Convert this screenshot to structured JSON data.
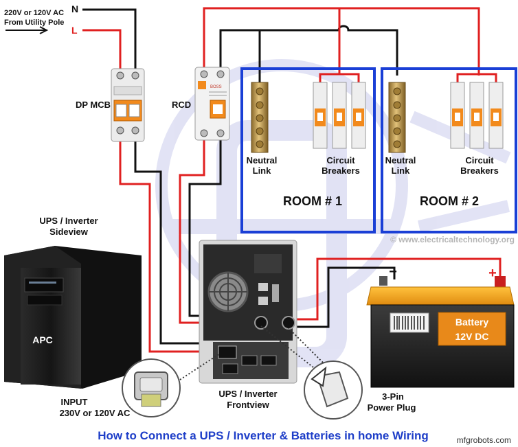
{
  "supply": {
    "source_line1": "220V or 120V AC",
    "source_line2": "From Utility Pole",
    "neutral_letter": "N",
    "line_letter": "L"
  },
  "labels": {
    "dp_mcb": "DP MCB",
    "rcd": "RCD",
    "neutral_link_1": "Neutral",
    "neutral_link_2": "Link",
    "breakers_1": "Circuit",
    "breakers_2": "Breakers",
    "room1": "ROOM # 1",
    "room2": "ROOM # 2",
    "ups_side_1": "UPS / Inverter",
    "ups_side_2": "Sideview",
    "ups_front_1": "UPS / Inverter",
    "ups_front_2": "Frontview",
    "input_1": "INPUT",
    "input_2": "230V or 120V AC",
    "plug_1": "3-Pin",
    "plug_2": "Power Plug",
    "battery_1": "Battery",
    "battery_2": "12V DC",
    "minus": "−",
    "plus": "+",
    "ups_brand": "APC",
    "rcd_brand": "BOSS"
  },
  "watermarks": {
    "copyright": "© www.electricaltechnology.org",
    "site": "mfgrobots.com"
  },
  "caption": "How to Connect a UPS / Inverter & Batteries in home Wiring",
  "colors": {
    "live_wire": "#e02020",
    "neutral_wire": "#111111",
    "room_border": "#1a3fd6",
    "caption": "#1e3ec8",
    "battery_top": "#f2a51a",
    "battery_label": "#e8891a"
  },
  "icons": [
    "apc-ups-unit",
    "dp-mcb-breaker",
    "rcd-breaker",
    "neutral-link-bar",
    "circuit-breaker",
    "car-battery",
    "power-plug",
    "iec-inlet",
    "cooling-fan"
  ]
}
